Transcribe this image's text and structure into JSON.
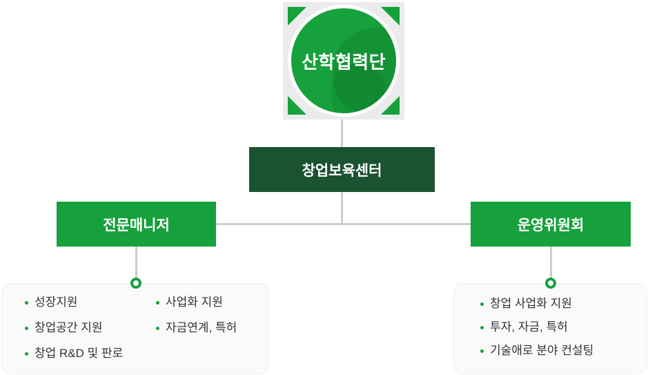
{
  "colors": {
    "green": "#17a13c",
    "dark_green": "#1a5232",
    "badge_bg": "#ebebeb",
    "line_gray": "#cccccc",
    "panel_bg": "#fafafa",
    "text_dark": "#333333"
  },
  "nodes": {
    "root": {
      "label": "산학협력단"
    },
    "center": {
      "label": "창업보육센터"
    },
    "manager": {
      "label": "전문매니저"
    },
    "committee": {
      "label": "운영위원회"
    }
  },
  "manager_panel": {
    "col1": [
      "성장지원",
      "창업공간 지원",
      "창업 R&D 및 판로"
    ],
    "col2": [
      "사업화 지원",
      "자금연계, 특허"
    ]
  },
  "committee_panel": {
    "items": [
      "창업 사업화 지원",
      "투자, 자금, 특허",
      "기술애로 분야 컨설팅"
    ]
  }
}
